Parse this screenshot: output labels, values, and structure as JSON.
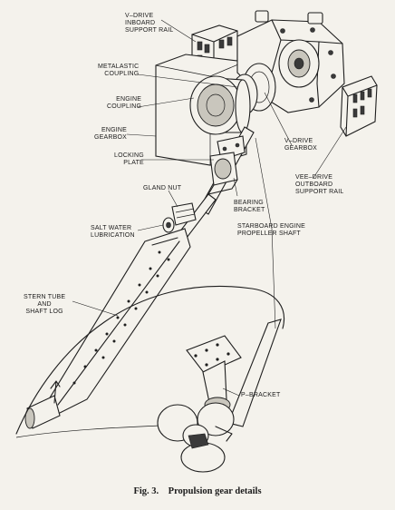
{
  "labels": {
    "v_drive_inboard": "V–DRIVE\nINBOARD\nSUPPORT RAIL",
    "metalastic_coupling": "METALASTIC\nCOUPLING",
    "engine_coupling": "ENGINE\nCOUPLING",
    "engine_gearbox": "ENGINE\nGEARBOX",
    "locking_plate": "LOCKING\nPLATE",
    "gland_nut": "GLAND NUT",
    "salt_water_lubrication": "SALT WATER\nLUBRICATION",
    "stern_tube": "STERN TUBE\nAND\nSHAFT LOG",
    "bearing_bracket": "BEARING\nBRACKET",
    "starboard_shaft": "STARBOARD ENGINE\nPROPELLER SHAFT",
    "v_drive_gearbox": "V–DRIVE\nGEARBOX",
    "vee_drive_outboard": "VEE–DRIVE\nOUTBOARD\nSUPPORT RAIL",
    "p_bracket": "P–BRACKET"
  },
  "caption": "Fig. 3.    Propulsion gear details"
}
